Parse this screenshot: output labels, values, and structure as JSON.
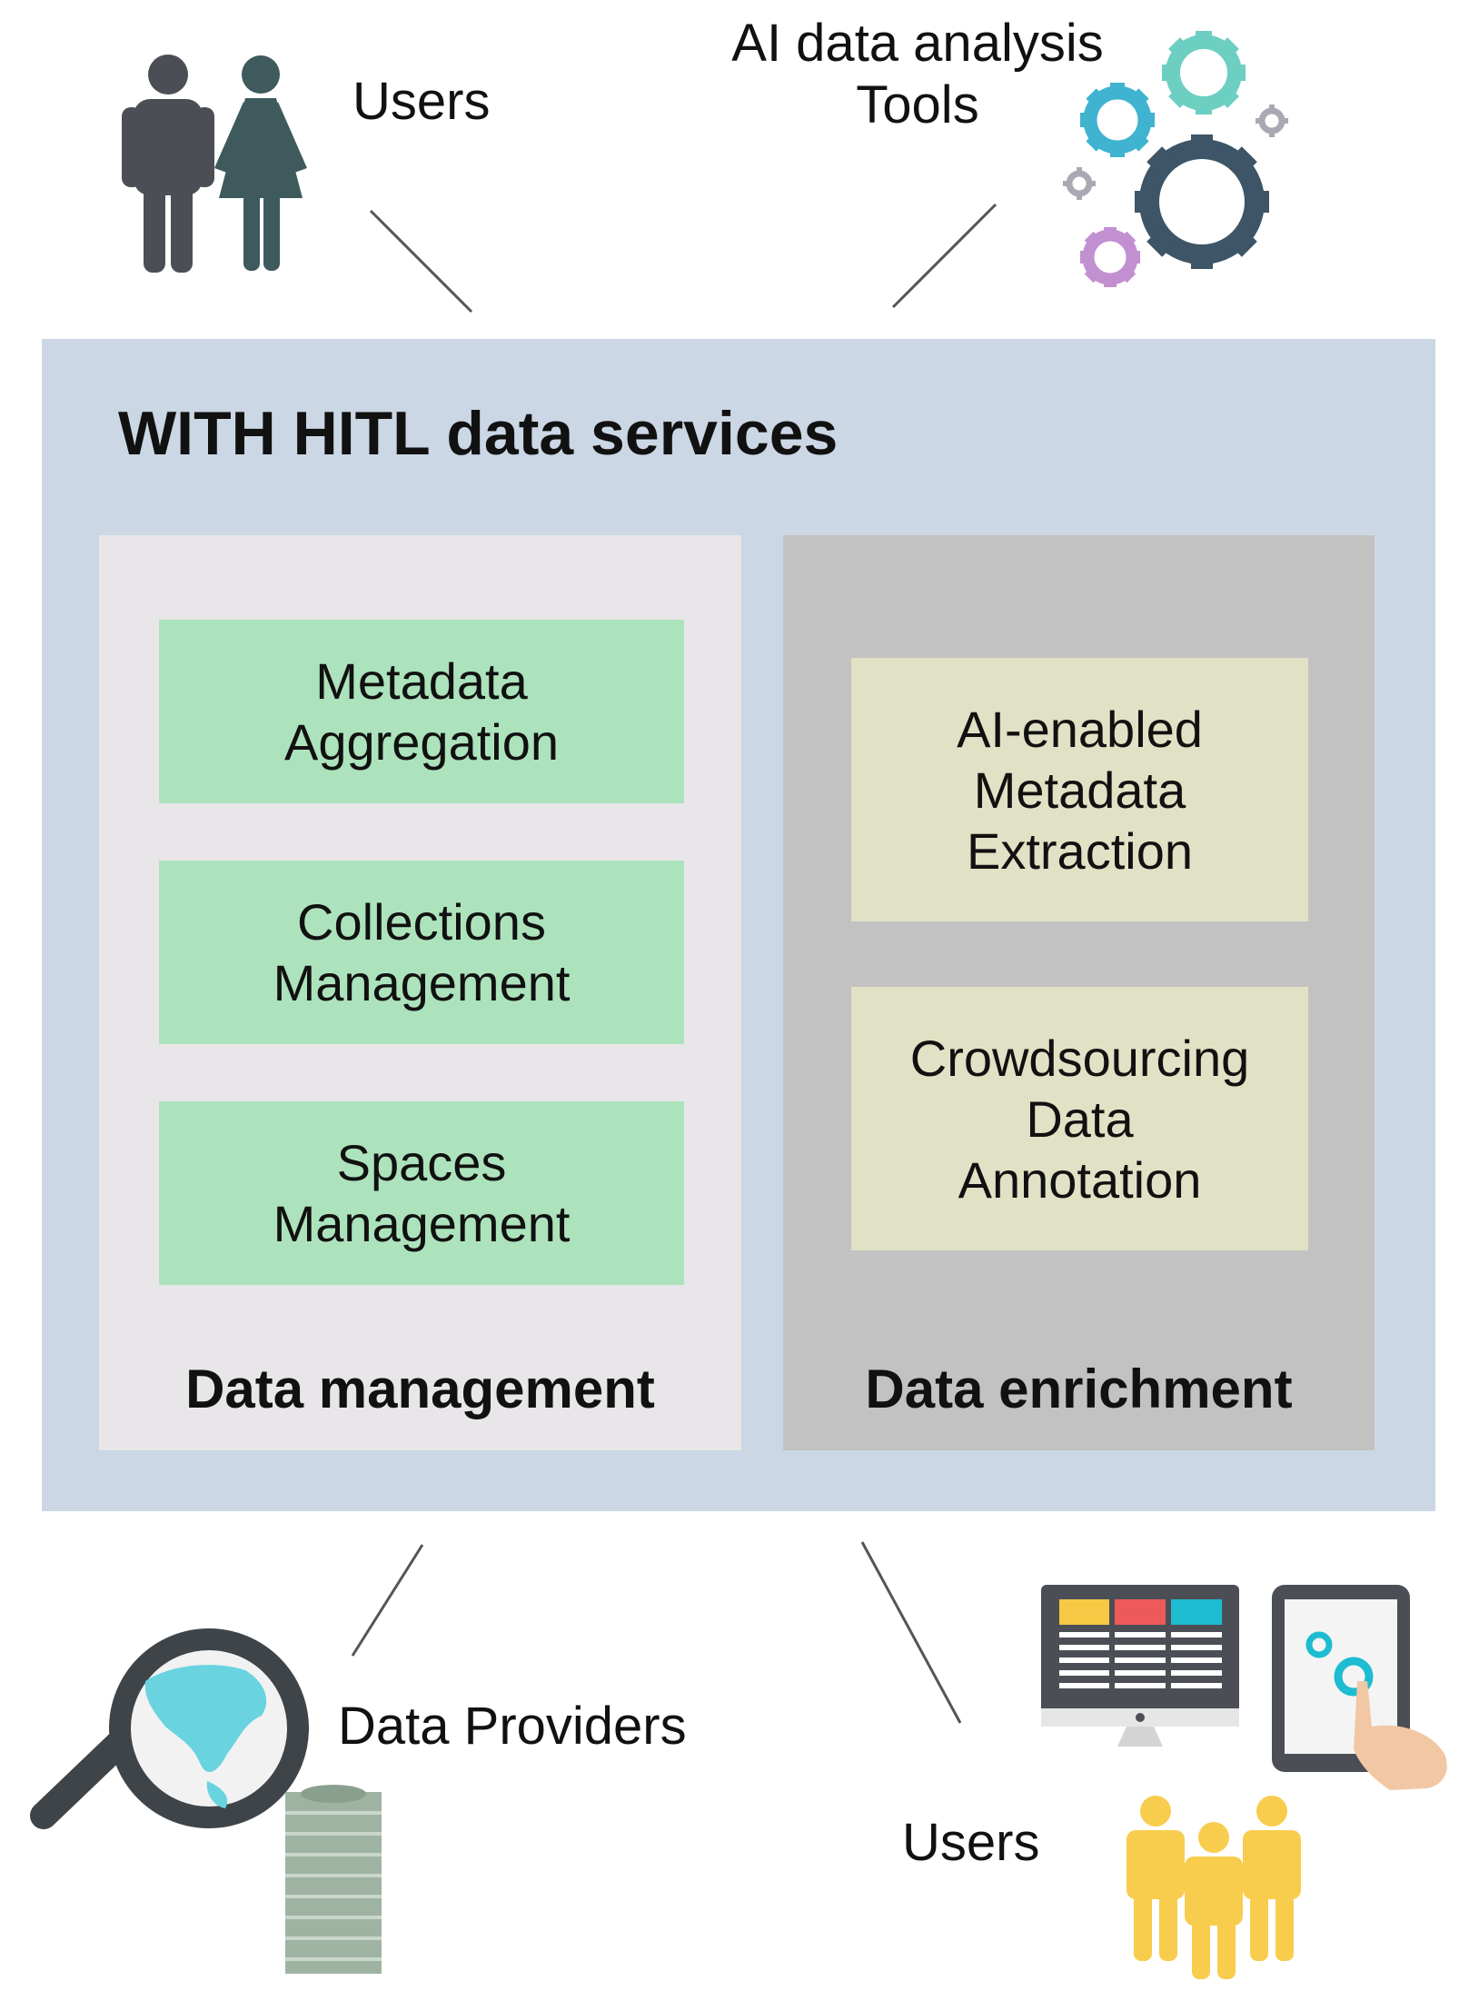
{
  "top_left_label": "Users",
  "top_right_label": "AI data analysis\nTools",
  "main_title": "WITH HITL data services",
  "data_management": {
    "title": "Data management",
    "items": [
      "Metadata\nAggregation",
      "Collections\nManagement",
      "Spaces\nManagement"
    ]
  },
  "data_enrichment": {
    "title": "Data enrichment",
    "items": [
      "AI-enabled\nMetadata\nExtraction",
      "Crowdsourcing\nData\nAnnotation"
    ]
  },
  "bottom_left_label": "Data Providers",
  "bottom_right_label": "Users",
  "colors": {
    "outer_bg": "#cbd7e4",
    "management_bg": "#e8e6e9",
    "enrichment_bg": "#c2c2c2",
    "green_box": "#ade3bc",
    "beige_box": "#e1e1c5"
  }
}
